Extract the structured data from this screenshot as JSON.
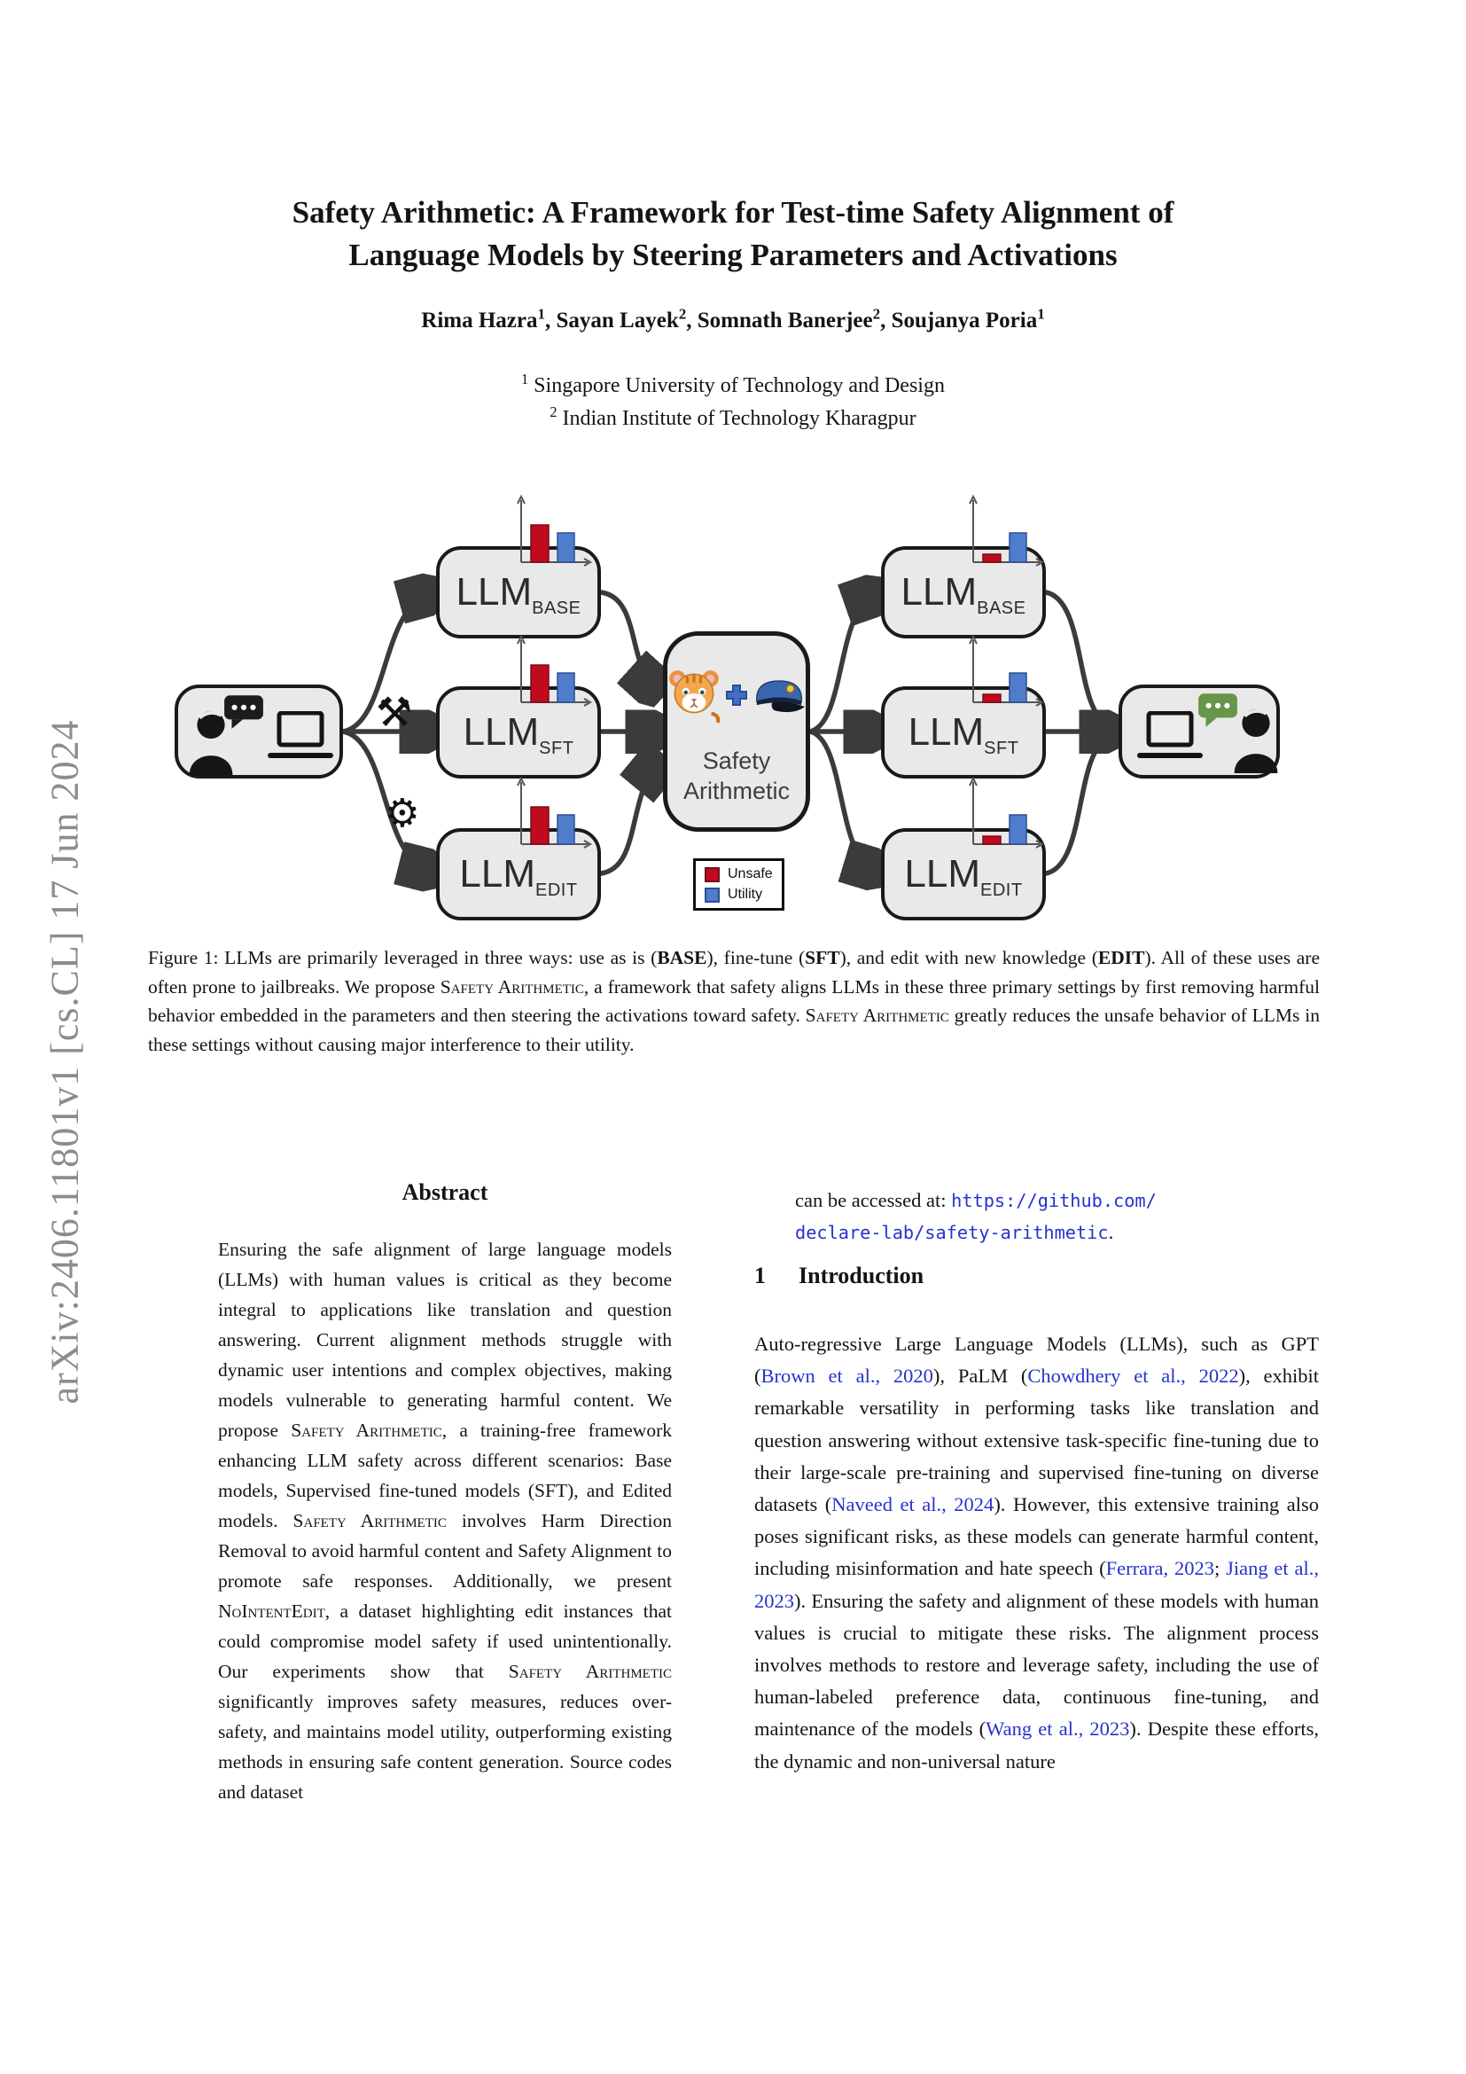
{
  "colors": {
    "link": "#2533cc",
    "unsafe": "#c00b1e",
    "utility": "#4f7ccb",
    "arrow": "#3b3b3b",
    "box_fill": "#e9e9e9",
    "box_border": "#1a1a1a",
    "bubble_green": "#67954a",
    "stamp": "#8c8c8c"
  },
  "page": {
    "arxiv_stamp": "arXiv:2406.11801v1  [cs.CL]  17 Jun 2024"
  },
  "title": {
    "line1": "Safety Arithmetic: A Framework for Test-time Safety Alignment of",
    "line2": "Language Models by Steering Parameters and Activations"
  },
  "authors": {
    "segments": [
      {
        "t": "Rima Hazra"
      },
      {
        "t": "1",
        "style": "sup"
      },
      {
        "t": ", Sayan Layek"
      },
      {
        "t": "2",
        "style": "sup"
      },
      {
        "t": ", Somnath Banerjee"
      },
      {
        "t": "2",
        "style": "sup"
      },
      {
        "t": ", Soujanya Poria"
      },
      {
        "t": "1",
        "style": "sup"
      }
    ]
  },
  "affiliations": {
    "a1": [
      {
        "t": "1",
        "style": "sup"
      },
      {
        "t": " Singapore University of Technology and Design"
      }
    ],
    "a2": [
      {
        "t": "2",
        "style": "sup"
      },
      {
        "t": " Indian Institute of Technology Kharagpur"
      }
    ]
  },
  "figure": {
    "llm_boxes": {
      "base": {
        "main": "LLM",
        "sub": "BASE"
      },
      "sft": {
        "main": "LLM",
        "sub": "SFT"
      },
      "edit": {
        "main": "LLM",
        "sub": "EDIT"
      }
    },
    "safety_box": {
      "label": "Safety Arithmetic"
    },
    "legend": {
      "items": [
        {
          "label": "Unsafe"
        },
        {
          "label": "Utility"
        }
      ]
    },
    "charts": {
      "before": {
        "unsafe": 42,
        "utility": 33
      },
      "after": {
        "unsafe": 9,
        "utility": 33
      }
    },
    "icons": {
      "tools": "⚒",
      "gear": "⚙"
    }
  },
  "caption": {
    "segments": [
      {
        "t": "Figure 1: LLMs are primarily leveraged in three ways: use as is ("
      },
      {
        "t": "BASE",
        "style": "bold"
      },
      {
        "t": "), fine-tune ("
      },
      {
        "t": "SFT",
        "style": "bold"
      },
      {
        "t": "), and edit with new knowledge ("
      },
      {
        "t": "EDIT",
        "style": "bold"
      },
      {
        "t": "). All of these uses are often prone to jailbreaks. We propose "
      },
      {
        "t": "Safety Arithmetic",
        "style": "sc"
      },
      {
        "t": ", a framework that safety aligns LLMs in these three primary settings by first removing harmful behavior embedded in the parameters and then steering the activations toward safety. "
      },
      {
        "t": "Safety Arithmetic",
        "style": "sc"
      },
      {
        "t": " greatly reduces the unsafe behavior of LLMs in these settings without causing major interference to their utility."
      }
    ]
  },
  "abstract": {
    "heading": "Abstract",
    "segments": [
      {
        "t": "Ensuring the safe alignment of large language models (LLMs) with human values is critical as they become integral to applications like translation and question answering. Current alignment methods struggle with dynamic user intentions and complex objectives, making models vulnerable to generating harmful content. We propose "
      },
      {
        "t": "Safety Arithmetic",
        "style": "sc"
      },
      {
        "t": ", a training-free framework enhancing LLM safety across different scenarios: Base models, Supervised fine-tuned models (SFT), and Edited models. "
      },
      {
        "t": "Safety Arithmetic",
        "style": "sc"
      },
      {
        "t": " involves Harm Direction Removal to avoid harmful content and Safety Alignment to promote safe responses. Additionally, we present "
      },
      {
        "t": "NoIntentEdit",
        "style": "sc"
      },
      {
        "t": ", a dataset highlighting edit instances that could compromise model safety if used unintentionally. Our experiments show that "
      },
      {
        "t": "Safety Arithmetic",
        "style": "sc"
      },
      {
        "t": " significantly improves safety measures, reduces over-safety, and maintains model utility, outperforming existing methods in ensuring safe content generation. Source codes and dataset"
      }
    ],
    "continuation": [
      {
        "t": "can be accessed at: "
      },
      {
        "t": "https://github.com/",
        "style": "monolink"
      },
      {
        "style": "br"
      },
      {
        "t": "declare-lab/safety-arithmetic",
        "style": "monolink"
      },
      {
        "t": "."
      }
    ]
  },
  "intro": {
    "number": "1",
    "heading": "Introduction",
    "segments": [
      {
        "t": "Auto-regressive Large Language Models (LLMs), such as GPT ("
      },
      {
        "t": "Brown et al., 2020",
        "style": "link"
      },
      {
        "t": "), PaLM ("
      },
      {
        "t": "Chowdhery et al., 2022",
        "style": "link"
      },
      {
        "t": "), exhibit remarkable versatility in performing tasks like translation and question answering without extensive task-specific fine-tuning due to their large-scale pre-training and supervised fine-tuning on diverse datasets ("
      },
      {
        "t": "Naveed et al., 2024",
        "style": "link"
      },
      {
        "t": "). However, this extensive training also poses significant risks, as these models can generate harmful content, including misinformation and hate speech ("
      },
      {
        "t": "Ferrara, 2023",
        "style": "link"
      },
      {
        "t": "; "
      },
      {
        "t": "Jiang et al., 2023",
        "style": "link"
      },
      {
        "t": "). Ensuring the safety and alignment of these models with human values is crucial to mitigate these risks. The alignment process involves methods to restore and leverage safety, including the use of human-labeled preference data, continuous fine-tuning, and maintenance of the models ("
      },
      {
        "t": "Wang et al., 2023",
        "style": "link"
      },
      {
        "t": "). Despite these efforts, the dynamic and non-universal nature"
      }
    ]
  }
}
